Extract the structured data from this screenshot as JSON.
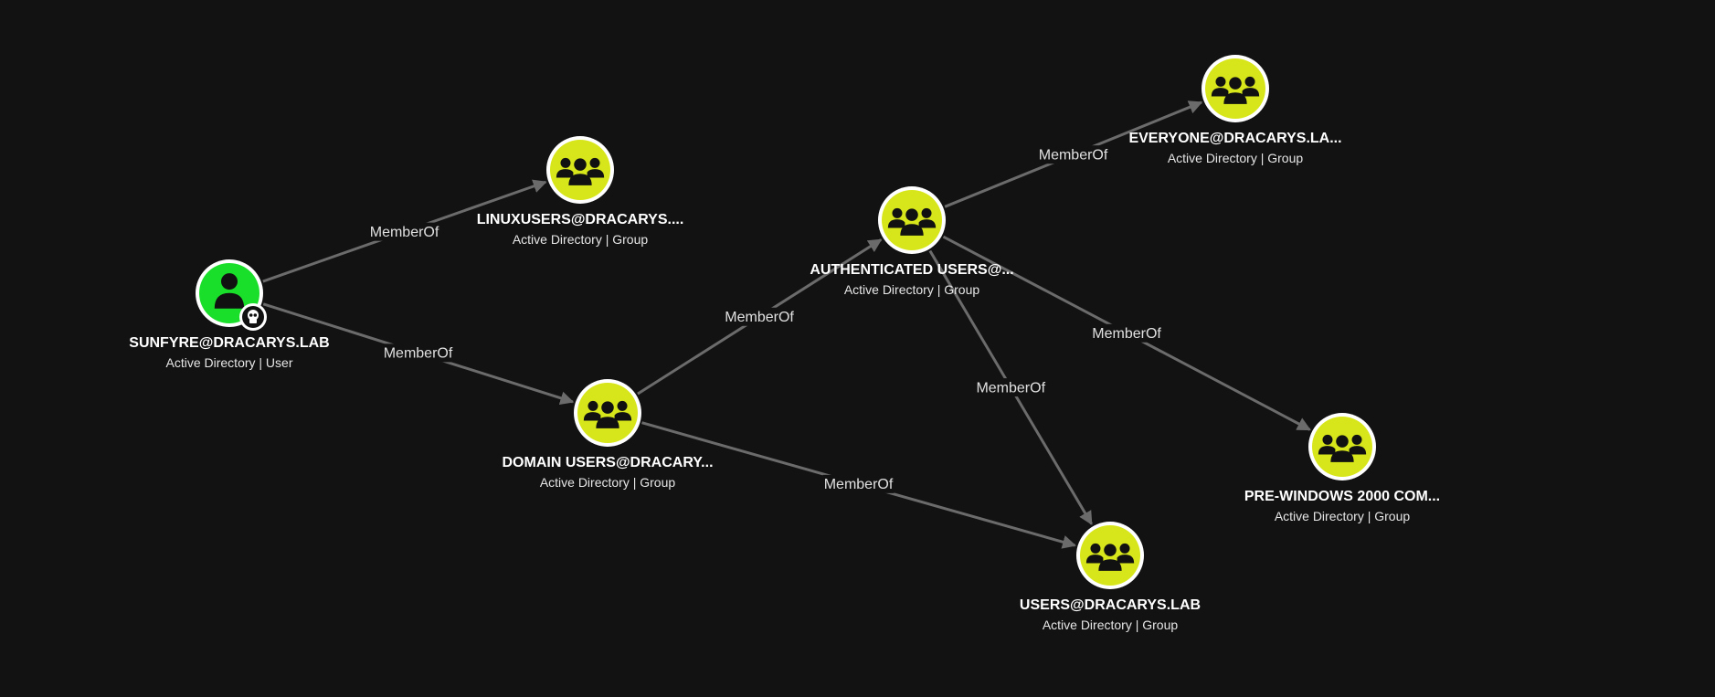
{
  "graph": {
    "nodes": [
      {
        "id": "sunfyre",
        "name": "SUNFYRE@DRACARYS.LAB",
        "subtitle": "Active Directory | User",
        "kind": "user",
        "color": "#1adf2a",
        "badge": "skull-icon"
      },
      {
        "id": "linuxusers",
        "name": "LINUXUSERS@DRACARYS....",
        "subtitle": "Active Directory | Group",
        "kind": "group",
        "color": "#d7e61a"
      },
      {
        "id": "domainusers",
        "name": "DOMAIN USERS@DRACARY...",
        "subtitle": "Active Directory | Group",
        "kind": "group",
        "color": "#d7e61a"
      },
      {
        "id": "authusers",
        "name": "AUTHENTICATED USERS@...",
        "subtitle": "Active Directory | Group",
        "kind": "group",
        "color": "#d7e61a"
      },
      {
        "id": "everyone",
        "name": "EVERYONE@DRACARYS.LA...",
        "subtitle": "Active Directory | Group",
        "kind": "group",
        "color": "#d7e61a"
      },
      {
        "id": "prewin",
        "name": "PRE-WINDOWS 2000 COM...",
        "subtitle": "Active Directory | Group",
        "kind": "group",
        "color": "#d7e61a"
      },
      {
        "id": "users",
        "name": "USERS@DRACARYS.LAB",
        "subtitle": "Active Directory | Group",
        "kind": "group",
        "color": "#d7e61a"
      }
    ],
    "edges": [
      {
        "from": "sunfyre",
        "to": "linuxusers",
        "label": "MemberOf"
      },
      {
        "from": "sunfyre",
        "to": "domainusers",
        "label": "MemberOf"
      },
      {
        "from": "domainusers",
        "to": "authusers",
        "label": "MemberOf"
      },
      {
        "from": "domainusers",
        "to": "users",
        "label": "MemberOf"
      },
      {
        "from": "authusers",
        "to": "everyone",
        "label": "MemberOf"
      },
      {
        "from": "authusers",
        "to": "prewin",
        "label": "MemberOf"
      },
      {
        "from": "authusers",
        "to": "users",
        "label": "MemberOf"
      }
    ],
    "colors": {
      "background": "#121212",
      "edge": "#6b6b6b",
      "node_border": "#ffffff"
    }
  }
}
